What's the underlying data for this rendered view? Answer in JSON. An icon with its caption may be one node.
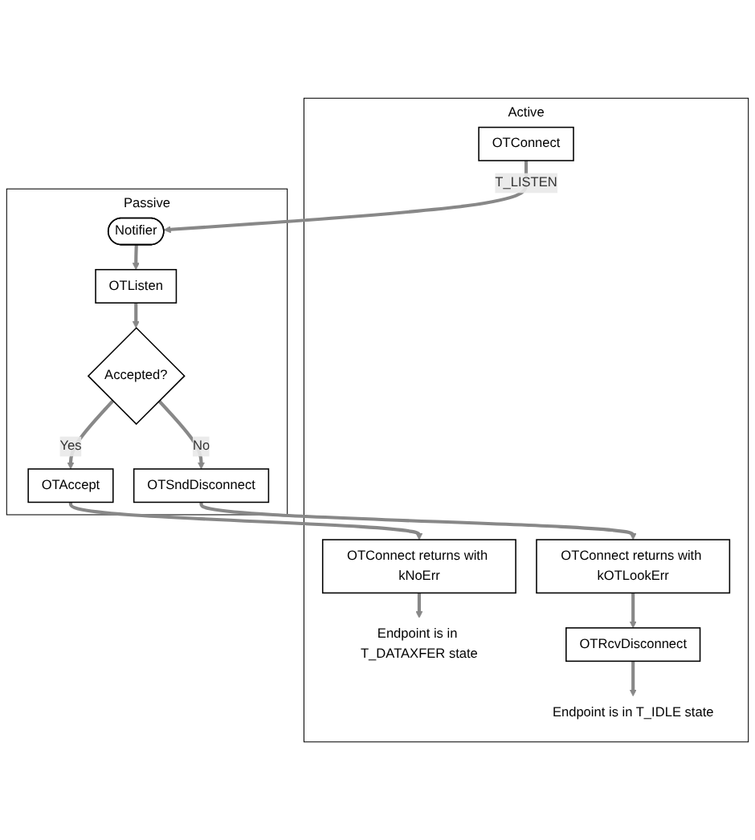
{
  "diagram": {
    "nodes": [
      {
        "text": [
          "Active"
        ]
      },
      {
        "text": [
          "Passive"
        ]
      },
      {
        "text": [
          "OTConnect"
        ],
        "in": 0
      },
      {
        "text": [
          "Notifier"
        ],
        "in": 1
      },
      {
        "text": [
          "OTListen"
        ],
        "in": 1
      },
      {
        "text": [
          "Accepted?"
        ],
        "in": 1
      },
      {
        "text": [
          "OTAccept"
        ],
        "in": 1
      },
      {
        "text": [
          "OTConnect returns with kNoErr"
        ],
        "in": 0
      },
      {
        "text": [
          "Endpoint is in T_DATAXFER state"
        ],
        "in": 0
      },
      {
        "text": [
          "OTSndDisconnect"
        ],
        "in": 1
      },
      {
        "text": [
          "OTConnect returns with kOTLookErr"
        ],
        "in": 0
      },
      {
        "text": [
          "OTRcvDisconnect"
        ],
        "in": 0
      },
      {
        "text": [
          "Endpoint is in T_IDLE state"
        ],
        "in": 0
      }
    ],
    "edges": [
      {
        "from": 2,
        "to": 3,
        "arrow": "to",
        "label": "T_LISTEN"
      },
      {
        "from": 3,
        "to": 4,
        "arrow": "to"
      },
      {
        "from": 4,
        "to": 5,
        "arrow": "to"
      },
      {
        "from": 5,
        "to": 6,
        "arrow": "to",
        "label": "Yes"
      },
      {
        "from": 6,
        "to": 7,
        "arrow": "to"
      },
      {
        "from": 7,
        "to": 8,
        "arrow": "to"
      },
      {
        "from": 5,
        "to": 9,
        "arrow": "to",
        "label": "No"
      },
      {
        "from": 9,
        "to": 10,
        "arrow": "to"
      },
      {
        "from": 10,
        "to": 11,
        "arrow": "to"
      },
      {
        "from": 11,
        "to": 12,
        "arrow": "to"
      }
    ]
  }
}
